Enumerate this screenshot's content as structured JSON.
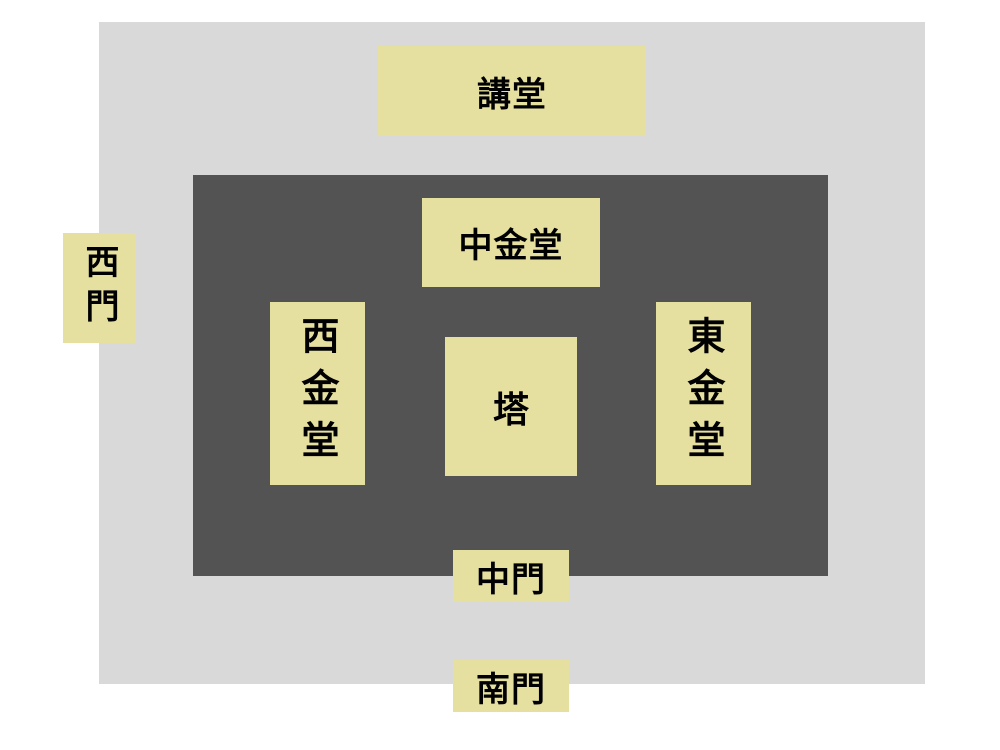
{
  "diagram": {
    "nodes": [
      {
        "id": "lecture_hall",
        "label": "講堂"
      },
      {
        "id": "middle_golden_hall",
        "label": "中金堂"
      },
      {
        "id": "west_golden_hall",
        "label": "西金堂"
      },
      {
        "id": "east_golden_hall",
        "label": "東金堂"
      },
      {
        "id": "pagoda",
        "label": "塔"
      },
      {
        "id": "west_gate",
        "label": "西門"
      },
      {
        "id": "middle_gate",
        "label": "中門"
      },
      {
        "id": "south_gate",
        "label": "南門"
      }
    ]
  },
  "colors": {
    "outer_precinct": "#d9d9d9",
    "inner_precinct": "#535353",
    "building_fill": "#e6e0a0",
    "text": "#000000"
  }
}
